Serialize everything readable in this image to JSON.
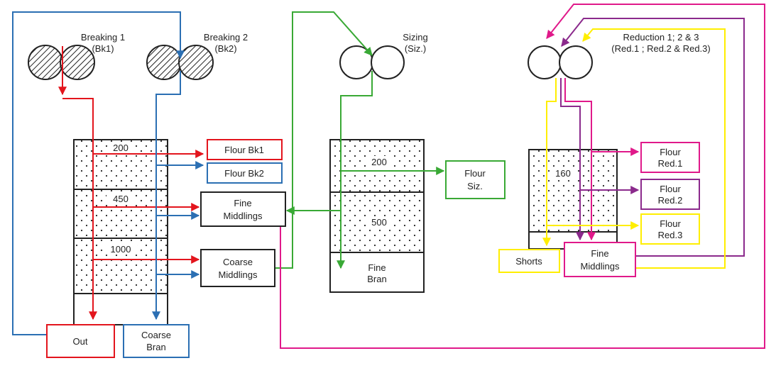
{
  "colors": {
    "breaking1": "#e3151d",
    "breaking2": "#2b6fb3",
    "sizing": "#39a935",
    "red1": "#e0198a",
    "red2": "#8b2a8c",
    "red3": "#ffee00",
    "outline": "#222222"
  },
  "rolls": {
    "bk1": {
      "line1": "Breaking 1",
      "line2": "(Bk1)"
    },
    "bk2": {
      "line1": "Breaking 2",
      "line2": "(Bk2)"
    },
    "siz": {
      "line1": "Sizing",
      "line2": "(Siz.)"
    },
    "red": {
      "line1": "Reduction 1; 2 & 3",
      "line2": "(Red.1 ; Red.2 & Red.3)"
    }
  },
  "sieves": {
    "left": [
      "200",
      "450",
      "1000"
    ],
    "middle": [
      "200",
      "500"
    ],
    "right": [
      "160"
    ]
  },
  "products": {
    "flour_bk1": "Flour Bk1",
    "flour_bk2": "Flour Bk2",
    "fine_middlings_1": "Fine",
    "fine_middlings_2": "Middlings",
    "coarse_middlings_1": "Coarse",
    "coarse_middlings_2": "Middlings",
    "out": "Out",
    "coarse_bran_1": "Coarse",
    "coarse_bran_2": "Bran",
    "flour_siz_1": "Flour",
    "flour_siz_2": "Siz.",
    "fine_bran_1": "Fine",
    "fine_bran_2": "Bran",
    "flour_red1_1": "Flour",
    "flour_red1_2": "Red.1",
    "flour_red2_1": "Flour",
    "flour_red2_2": "Red.2",
    "flour_red3_1": "Flour",
    "flour_red3_2": "Red.3",
    "shorts": "Shorts",
    "red_fine_middlings_1": "Fine",
    "red_fine_middlings_2": "Middlings"
  }
}
